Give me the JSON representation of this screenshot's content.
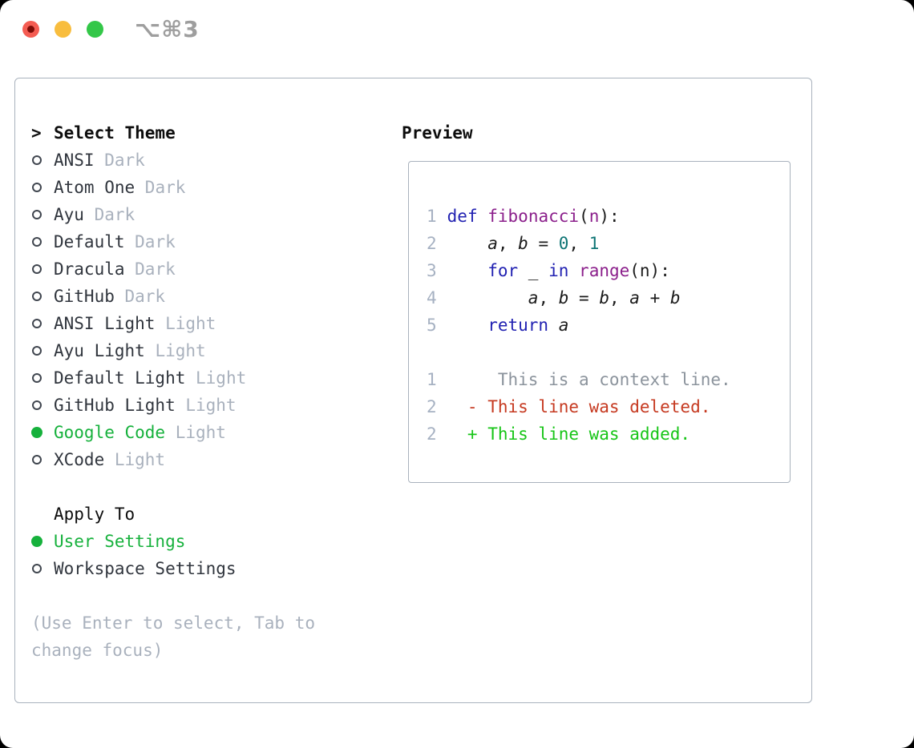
{
  "titlebar": {
    "shortcut": "⌥⌘3",
    "traffic_lights": {
      "red": "#f45c52",
      "red_inner_dot": "#7d0b06",
      "yellow": "#f8bd3e",
      "green": "#33c748"
    }
  },
  "theme_selector": {
    "header": {
      "marker": ">",
      "label": "Select Theme"
    },
    "themes": [
      {
        "name": "ANSI",
        "variant": "Dark",
        "selected": false
      },
      {
        "name": "Atom One",
        "variant": "Dark",
        "selected": false
      },
      {
        "name": "Ayu",
        "variant": "Dark",
        "selected": false
      },
      {
        "name": "Default",
        "variant": "Dark",
        "selected": false
      },
      {
        "name": "Dracula",
        "variant": "Dark",
        "selected": false
      },
      {
        "name": "GitHub",
        "variant": "Dark",
        "selected": false
      },
      {
        "name": "ANSI Light",
        "variant": "Light",
        "selected": false
      },
      {
        "name": "Ayu Light",
        "variant": "Light",
        "selected": false
      },
      {
        "name": "Default Light",
        "variant": "Light",
        "selected": false
      },
      {
        "name": "GitHub Light",
        "variant": "Light",
        "selected": false
      },
      {
        "name": "Google Code",
        "variant": "Light",
        "selected": true
      },
      {
        "name": "XCode",
        "variant": "Light",
        "selected": false
      }
    ],
    "apply_to": {
      "label": "Apply To",
      "options": [
        {
          "name": "User Settings",
          "selected": true
        },
        {
          "name": "Workspace Settings",
          "selected": false
        }
      ]
    },
    "hint_lines": [
      "(Use Enter to select, Tab to",
      "change focus)"
    ]
  },
  "preview": {
    "title": "Preview",
    "code_lines": [
      {
        "num": "1",
        "tokens": [
          [
            " ",
            "pl"
          ],
          [
            "def",
            "kw"
          ],
          [
            " ",
            "pl"
          ],
          [
            "fibonacci",
            "fn"
          ],
          [
            "(",
            "pl"
          ],
          [
            "n",
            "fn"
          ],
          [
            "):",
            "pl"
          ]
        ]
      },
      {
        "num": "2",
        "tokens": [
          [
            "     ",
            "pl"
          ],
          [
            "a",
            "va"
          ],
          [
            ", ",
            "pl"
          ],
          [
            "b",
            "va"
          ],
          [
            " = ",
            "pl"
          ],
          [
            "0",
            "nu"
          ],
          [
            ", ",
            "pl"
          ],
          [
            "1",
            "nu"
          ]
        ]
      },
      {
        "num": "3",
        "tokens": [
          [
            "     ",
            "pl"
          ],
          [
            "for",
            "kw"
          ],
          [
            " _ ",
            "pl"
          ],
          [
            "in",
            "kw"
          ],
          [
            " ",
            "pl"
          ],
          [
            "range",
            "fn"
          ],
          [
            "(n):",
            "pl"
          ]
        ]
      },
      {
        "num": "4",
        "tokens": [
          [
            "         ",
            "pl"
          ],
          [
            "a",
            "va"
          ],
          [
            ", ",
            "pl"
          ],
          [
            "b",
            "va"
          ],
          [
            " = ",
            "pl"
          ],
          [
            "b",
            "va"
          ],
          [
            ", ",
            "pl"
          ],
          [
            "a",
            "va"
          ],
          [
            " + ",
            "pl"
          ],
          [
            "b",
            "va"
          ]
        ]
      },
      {
        "num": "5",
        "tokens": [
          [
            "     ",
            "pl"
          ],
          [
            "return",
            "kw"
          ],
          [
            " ",
            "pl"
          ],
          [
            "a",
            "va"
          ]
        ]
      },
      {
        "num": "",
        "tokens": []
      },
      {
        "num": "1",
        "tokens": [
          [
            "      This is a context line.",
            "ctx"
          ]
        ]
      },
      {
        "num": "2",
        "tokens": [
          [
            "   - This line was deleted.",
            "del"
          ]
        ]
      },
      {
        "num": "2",
        "tokens": [
          [
            "   + This line was added.",
            "add"
          ]
        ]
      }
    ]
  },
  "colors": {
    "selected_green": "#16b13c",
    "keyword_blue": "#2222b2",
    "function_purple": "#8b1f8b",
    "number_teal": "#0d7474",
    "plain_code": "#1b1b1b",
    "variable": "#1b1b1b",
    "context_gray": "#8b939c",
    "deleted_red": "#c63a21",
    "added_green": "#17c517",
    "line_number": "#a6b1c2",
    "muted_label": "#a9b1bd",
    "item_text": "#30353d",
    "panel_border": "#a9b2bd"
  }
}
